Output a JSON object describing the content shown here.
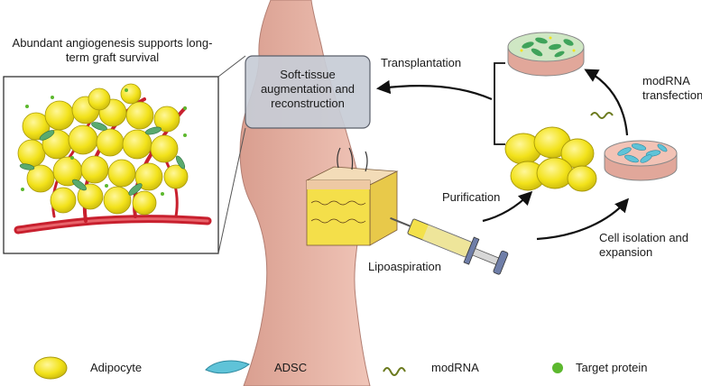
{
  "labels": {
    "angiogenesis": "Abundant angiogenesis supports long-term graft survival",
    "augmentation": "Soft-tissue augmentation and reconstruction",
    "transplantation": "Transplantation",
    "modrna_transfection": "modRNA transfection",
    "purification": "Purification",
    "lipoaspiration": "Lipoaspiration",
    "cell_isolation": "Cell isolation and expansion"
  },
  "legend": [
    {
      "icon": "adipocyte-icon",
      "label": "Adipocyte"
    },
    {
      "icon": "adsc-icon",
      "label": "ADSC"
    },
    {
      "icon": "modrna-icon",
      "label": "modRNA"
    },
    {
      "icon": "target-protein-icon",
      "label": "Target protein"
    }
  ],
  "colors": {
    "adipocyte": "#f2e21a",
    "adsc": "#5fc3d8",
    "modrna": "#6b7a1e",
    "target_protein": "#5cb82e",
    "vessel": "#c8202e",
    "skin": "#eab9ac",
    "callout_box": "#c7ccd6"
  }
}
